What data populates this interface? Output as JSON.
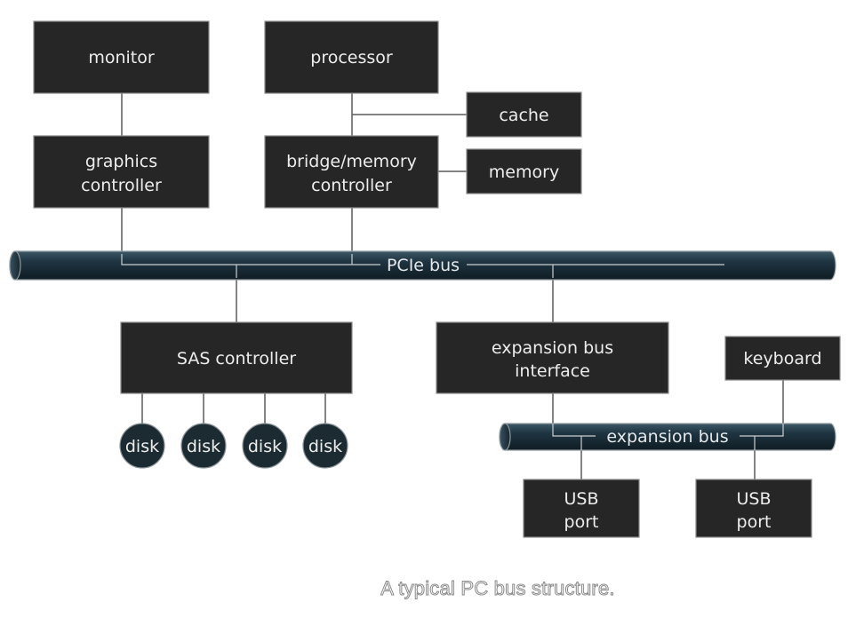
{
  "components": {
    "monitor": [
      "monitor"
    ],
    "processor": [
      "processor"
    ],
    "cache": [
      "cache"
    ],
    "graphics_controller": [
      "graphics",
      "controller"
    ],
    "bridge_memory_controller": [
      "bridge/memory",
      "controller"
    ],
    "memory": [
      "memory"
    ],
    "sas_controller": [
      "SAS controller"
    ],
    "expansion_bus_interface": [
      "expansion bus",
      "interface"
    ],
    "keyboard": [
      "keyboard"
    ],
    "usb_port_1": [
      "USB",
      "port"
    ],
    "usb_port_2": [
      "USB",
      "port"
    ]
  },
  "buses": {
    "pcie": "PCIe bus",
    "expansion": "expansion bus"
  },
  "disks": [
    "disk",
    "disk",
    "disk",
    "disk"
  ],
  "caption": "A typical PC bus structure.",
  "colors": {
    "box_fill": "#262626",
    "bus_fill": "#1e3440",
    "disk_fill": "#1c2b31",
    "text": "#ededed"
  }
}
